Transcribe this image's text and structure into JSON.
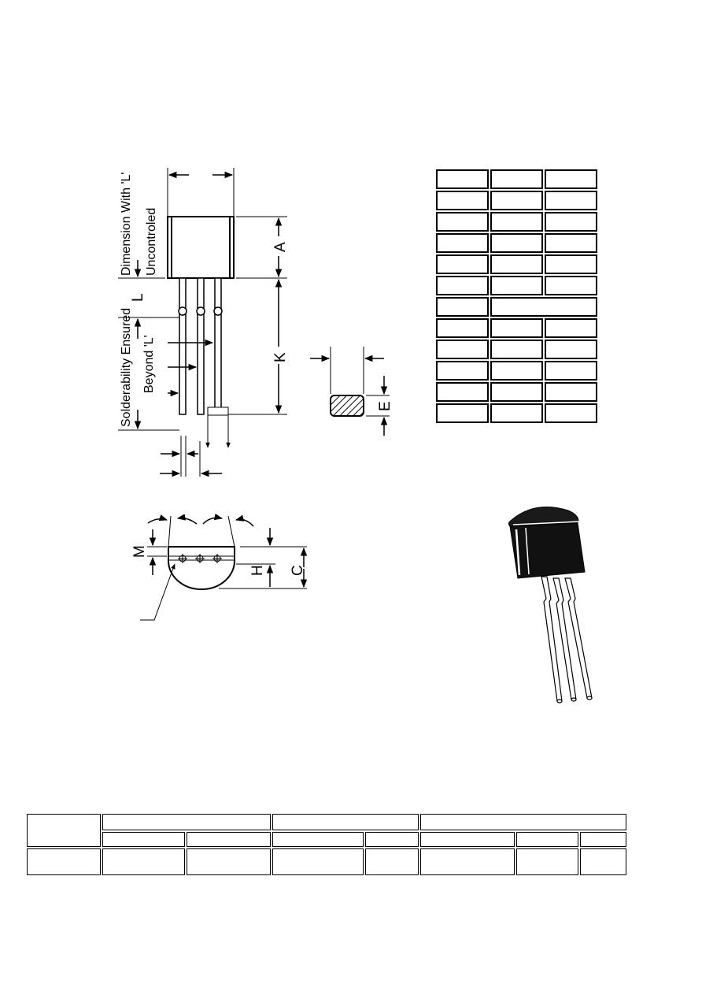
{
  "package_outline": {
    "dimension_labels": {
      "a": "A",
      "c": "C",
      "e": "E",
      "h": "H",
      "k": "K",
      "l": "L",
      "m": "M"
    },
    "notes": {
      "dimension_with_l": "Dimension With 'L'",
      "uncontroled": "Uncontroled",
      "solderability_ensured": "Solderability Ensured",
      "beyond_l": "Beyond 'L'"
    }
  },
  "dimension_table": {
    "rows": 12,
    "columns": 3,
    "merged_row_index": 6
  },
  "ordering_table": {
    "header_groups": 3,
    "header_subcolumns": [
      2,
      2,
      3
    ]
  },
  "colors": {
    "ink": "#000000",
    "background": "#ffffff"
  }
}
